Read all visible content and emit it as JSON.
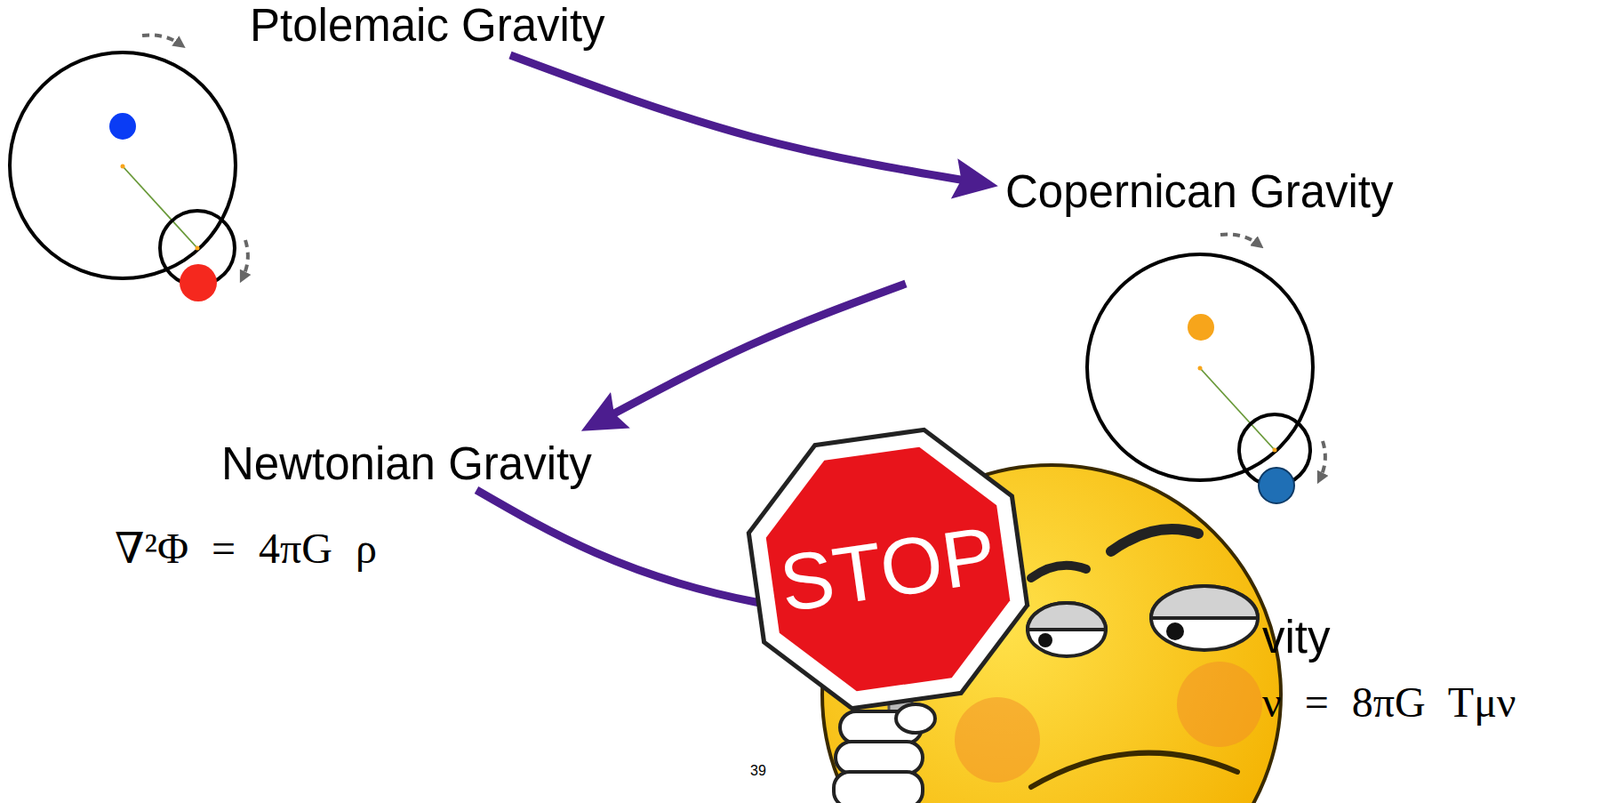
{
  "diagram": {
    "nodes": [
      {
        "text": [
          "Ptolemaic Gravity"
        ]
      },
      {
        "text": [
          "Copernican Gravity"
        ]
      },
      {
        "text": [
          "Newtonian Gravity",
          "∇²Φ = 4πG ρ"
        ]
      },
      {
        "text": [
          "vity",
          "ν = 8πG Tμν"
        ]
      }
    ],
    "edges": [
      {
        "from": 0,
        "to": 1,
        "arrow": "to"
      },
      {
        "from": 1,
        "to": 2,
        "arrow": "to"
      },
      {
        "from": 2,
        "to": 3,
        "arrow": "none"
      }
    ],
    "labels": [
      "STOP",
      "39"
    ]
  }
}
